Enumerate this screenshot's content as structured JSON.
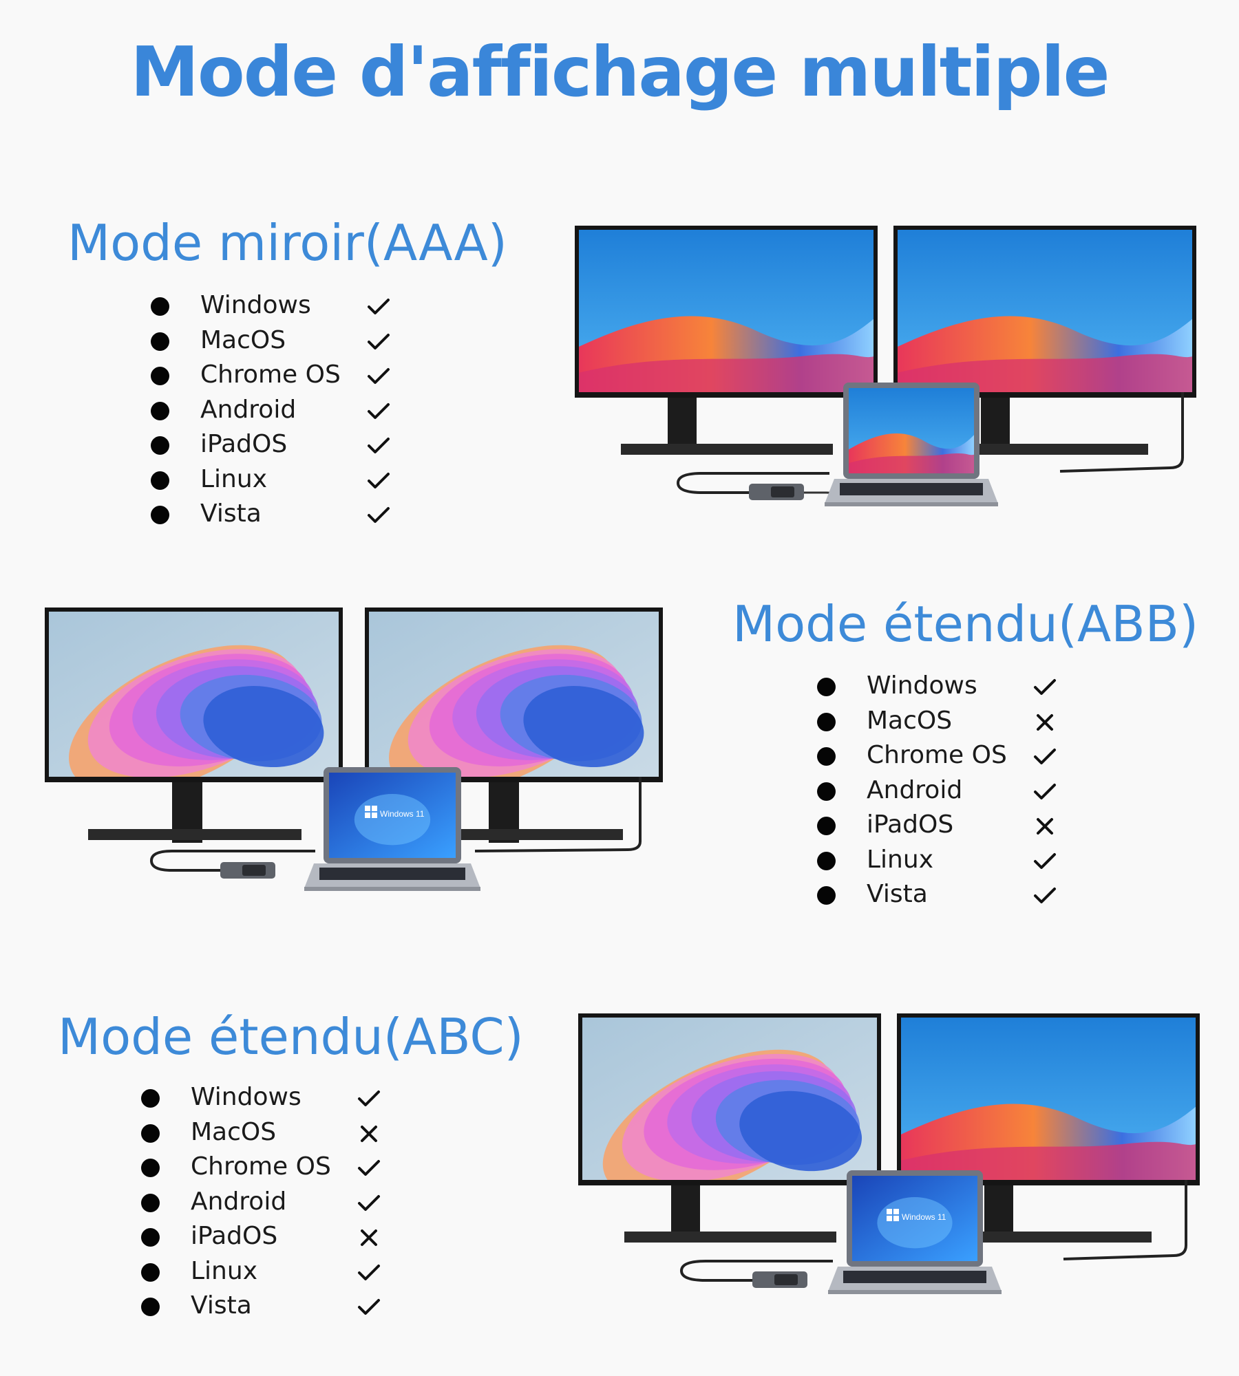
{
  "title": "Mode d'affichage multiple",
  "sections": [
    {
      "title": "Mode miroir(AAA)",
      "os_support": [
        {
          "name": "Windows",
          "status": "check"
        },
        {
          "name": "MacOS",
          "status": "check"
        },
        {
          "name": "Chrome OS",
          "status": "check"
        },
        {
          "name": "Android",
          "status": "check"
        },
        {
          "name": "iPadOS",
          "status": "check"
        },
        {
          "name": "Linux",
          "status": "check"
        },
        {
          "name": "Vista",
          "status": "check"
        }
      ]
    },
    {
      "title": "Mode étendu(ABB)",
      "os_support": [
        {
          "name": "Windows",
          "status": "check"
        },
        {
          "name": "MacOS",
          "status": "cross"
        },
        {
          "name": "Chrome OS",
          "status": "check"
        },
        {
          "name": "Android",
          "status": "check"
        },
        {
          "name": "iPadOS",
          "status": "cross"
        },
        {
          "name": "Linux",
          "status": "check"
        },
        {
          "name": "Vista",
          "status": "check"
        }
      ]
    },
    {
      "title": "Mode étendu(ABC)",
      "os_support": [
        {
          "name": "Windows",
          "status": "check"
        },
        {
          "name": "MacOS",
          "status": "cross"
        },
        {
          "name": "Chrome OS",
          "status": "check"
        },
        {
          "name": "Android",
          "status": "check"
        },
        {
          "name": "iPadOS",
          "status": "cross"
        },
        {
          "name": "Linux",
          "status": "check"
        },
        {
          "name": "Vista",
          "status": "check"
        }
      ]
    }
  ],
  "laptop_screen_label": "Windows 11",
  "colors": {
    "title": "#3a86d9",
    "section_title": "#3d8ad8",
    "text": "#1a1a1a",
    "bullet": "#050505"
  }
}
